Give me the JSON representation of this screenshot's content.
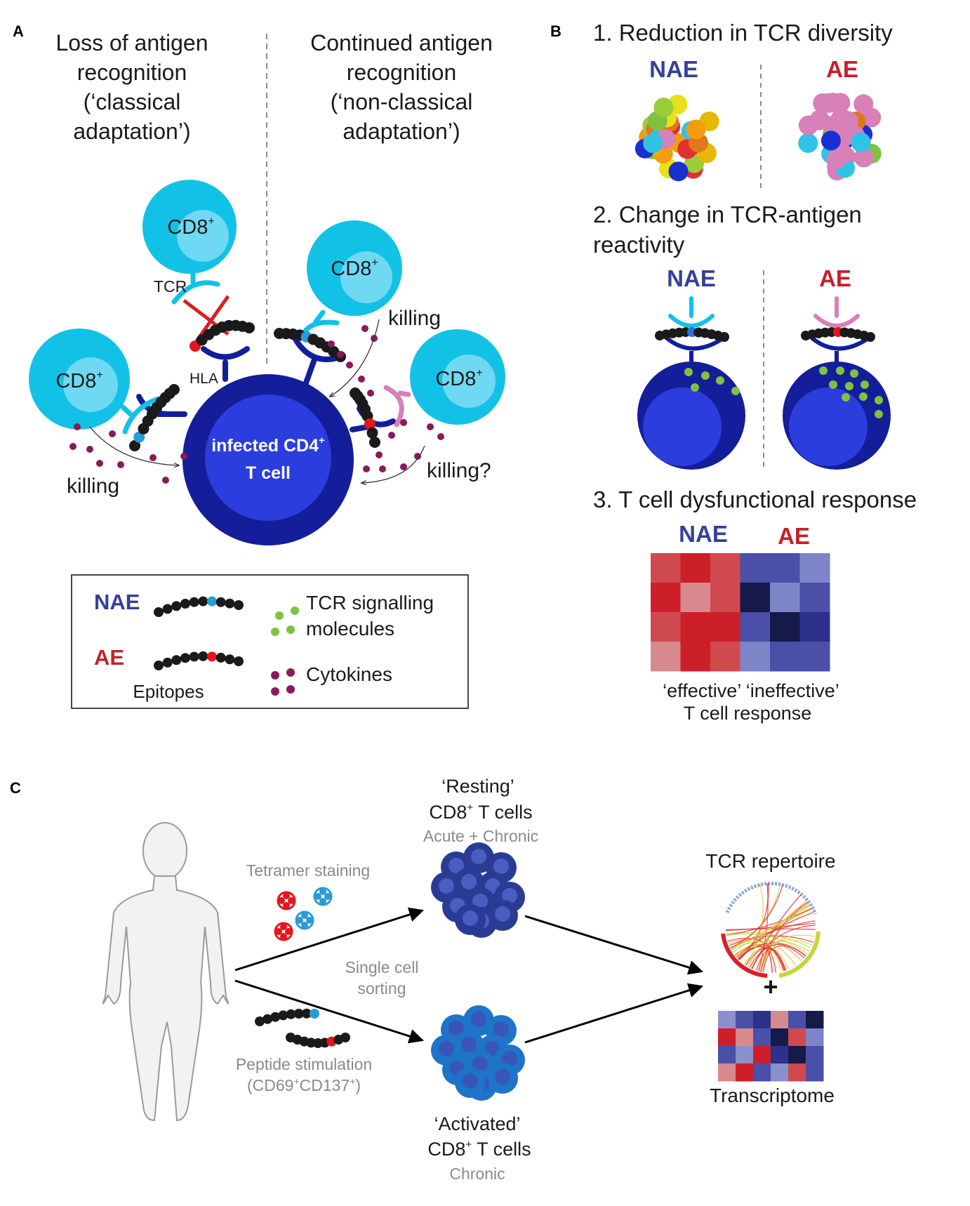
{
  "panelA": {
    "letter": "A",
    "left_heading": [
      "Loss of antigen",
      "recognition",
      "(‘classical",
      "adaptation’)"
    ],
    "right_heading": [
      "Continued antigen",
      "recognition",
      "(‘non-classical",
      "adaptation’)"
    ],
    "cd8": "CD8",
    "cd8_sup": "+",
    "tcr": "TCR",
    "hla": "HLA",
    "killing": "killing",
    "killing_q": "killing?",
    "infected_line1": "infected CD4",
    "infected_sup": "+",
    "infected_line2": "T cell",
    "legend": {
      "nae": "NAE",
      "ae": "AE",
      "epitopes": "Epitopes",
      "tcr_signalling": [
        "TCR signalling",
        "molecules"
      ],
      "cytokines": "Cytokines"
    }
  },
  "panelB": {
    "letter": "B",
    "s1_title": "1. Reduction in TCR diversity",
    "s2_title": [
      "2. Change in TCR-antigen",
      "reactivity"
    ],
    "s3_title": "3. T cell dysfunctional response",
    "nae": "NAE",
    "ae": "AE",
    "response_labels": [
      "‘effective’ ‘ineffective’",
      "T cell response"
    ]
  },
  "panelC": {
    "letter": "C",
    "resting": [
      "‘Resting’",
      "CD8",
      "+",
      " T cells"
    ],
    "resting_sub": "Acute + Chronic",
    "activated": [
      "‘Activated’",
      "CD8",
      "+",
      " T cells"
    ],
    "activated_sub": "Chronic",
    "tetramer": "Tetramer staining",
    "sorting": [
      "Single cell",
      "sorting"
    ],
    "peptide": [
      "Peptide stimulation",
      "(CD69",
      "+",
      "CD137",
      "+",
      ")"
    ],
    "tcr_repertoire": "TCR repertoire",
    "plus": "+",
    "transcriptome": "Transcriptome"
  },
  "colors": {
    "cd8_cyan": "#12c1e6",
    "cd8_inner": "#6fd8f2",
    "cd4_navy": "#141e9a",
    "cd4_inner": "#2b3ddd",
    "nae_blue": "#35409a",
    "ae_red": "#c3212b",
    "cytokine": "#8a1a5c",
    "signal_green": "#7fc241",
    "ae_pink": "#d880b8"
  }
}
